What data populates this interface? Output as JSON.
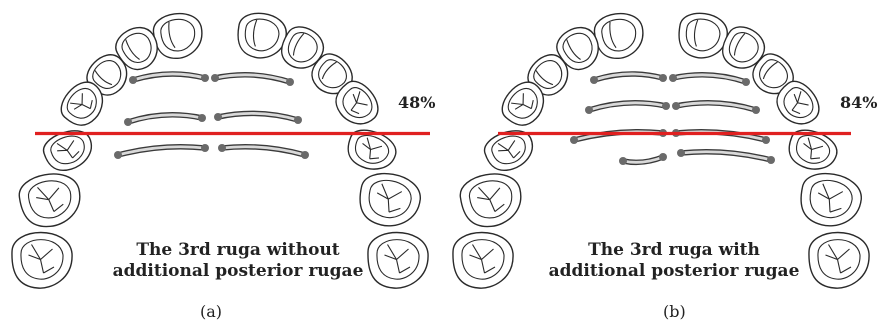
{
  "panels": [
    {
      "id": "a",
      "percentage": "48%",
      "caption_line1": "The 3rd ruga without",
      "caption_line2": "additional posterior rugae",
      "sublabel": "(a)"
    },
    {
      "id": "b",
      "percentage": "84%",
      "caption_line1": "The 3rd ruga with",
      "caption_line2": "additional posterior rugae",
      "sublabel": "(b)"
    }
  ],
  "colors": {
    "reference_line": "#e02020",
    "tooth_stroke": "#2a2a2a",
    "ruga_fill": "#d9d9d9",
    "ruga_stroke": "#3a3a3a",
    "ruga_end": "#6a6a6a"
  }
}
